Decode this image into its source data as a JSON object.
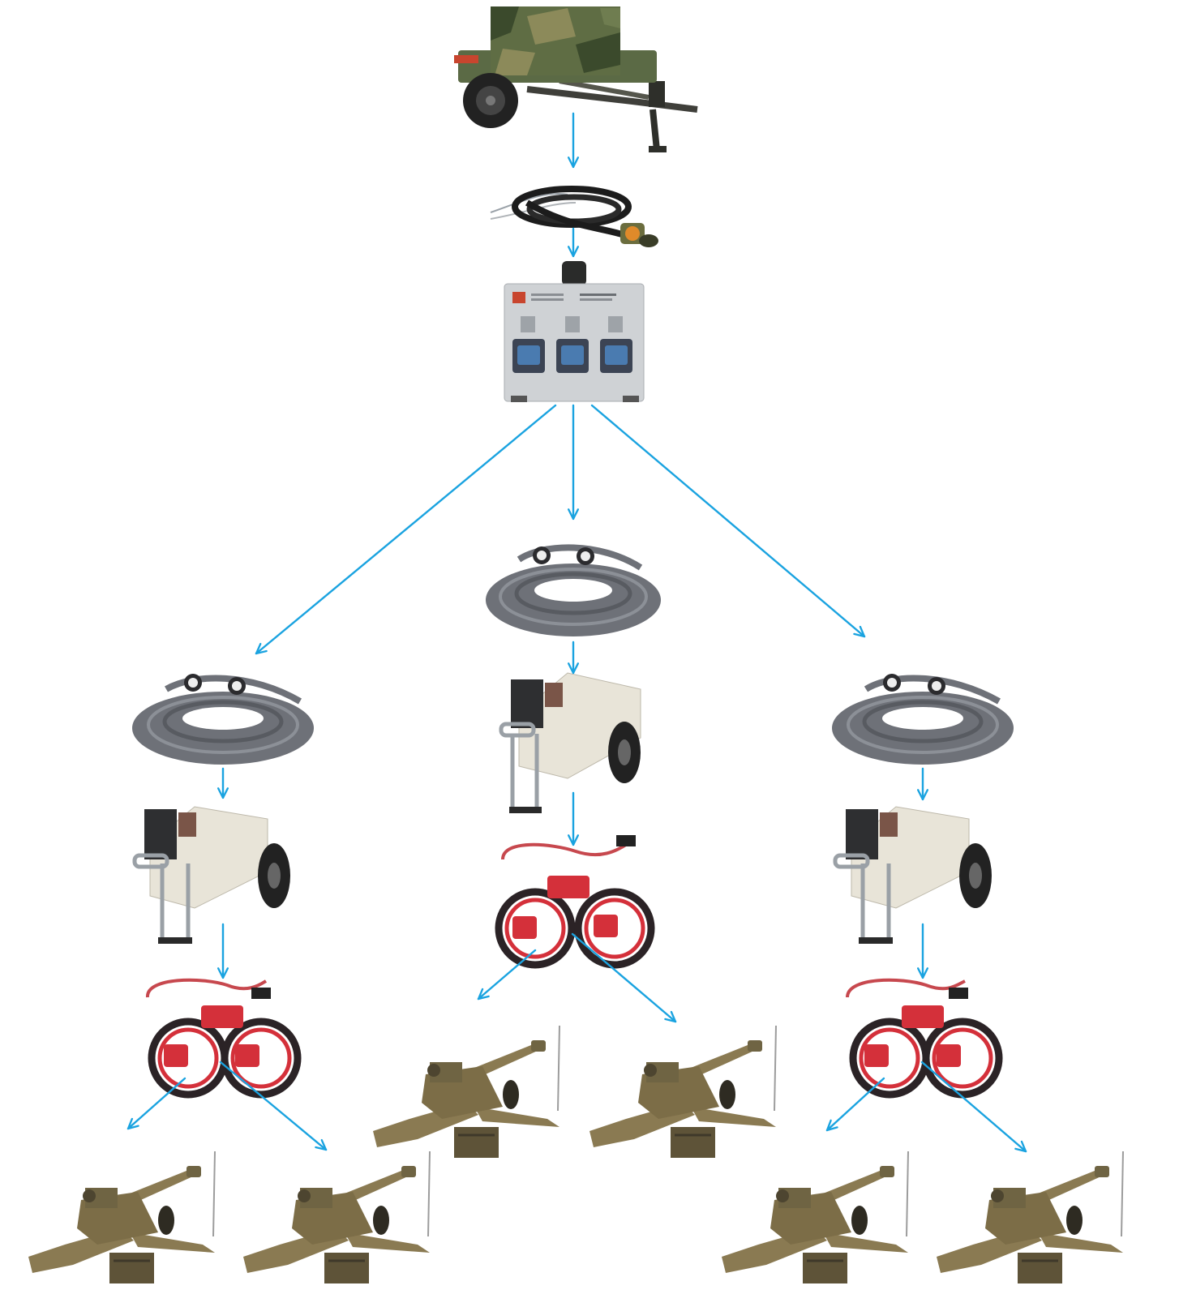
{
  "colors": {
    "arrow": "#1aa3e0",
    "camo_dark": "#3b4a2c",
    "camo_mid": "#6b7a4a",
    "camo_light": "#8c8a5a",
    "cable_gray": "#6e7178",
    "cable_dark": "#2b2b2e",
    "steel": "#c9ccd0",
    "cart_body": "#e8e4d8",
    "harness_red": "#d4303a",
    "howitzer": "#8a7a52"
  },
  "nodes": [
    {
      "id": "generator-trailer",
      "kind": "generator-trailer-photo"
    },
    {
      "id": "input-cable",
      "kind": "power-cable-photo"
    },
    {
      "id": "distribution-box",
      "kind": "distribution-box-photo",
      "outlets": 3
    },
    {
      "id": "extension-cable-left",
      "kind": "cable-reel-photo"
    },
    {
      "id": "extension-cable-center",
      "kind": "cable-reel-photo"
    },
    {
      "id": "extension-cable-right",
      "kind": "cable-reel-photo"
    },
    {
      "id": "power-cart-left",
      "kind": "wheeled-power-unit-photo"
    },
    {
      "id": "power-cart-center",
      "kind": "wheeled-power-unit-photo"
    },
    {
      "id": "power-cart-right",
      "kind": "wheeled-power-unit-photo"
    },
    {
      "id": "harness-left",
      "kind": "red-cable-harness-photo"
    },
    {
      "id": "harness-center",
      "kind": "red-cable-harness-photo"
    },
    {
      "id": "harness-right",
      "kind": "red-cable-harness-photo"
    },
    {
      "id": "howitzer-1",
      "kind": "towed-howitzer-photo"
    },
    {
      "id": "howitzer-2",
      "kind": "towed-howitzer-photo"
    },
    {
      "id": "howitzer-3",
      "kind": "towed-howitzer-photo"
    },
    {
      "id": "howitzer-4",
      "kind": "towed-howitzer-photo"
    },
    {
      "id": "howitzer-5",
      "kind": "towed-howitzer-photo"
    },
    {
      "id": "howitzer-6",
      "kind": "towed-howitzer-photo"
    }
  ],
  "edges": [
    {
      "from": "generator-trailer",
      "to": "input-cable"
    },
    {
      "from": "input-cable",
      "to": "distribution-box"
    },
    {
      "from": "distribution-box",
      "to": "extension-cable-left"
    },
    {
      "from": "distribution-box",
      "to": "extension-cable-center"
    },
    {
      "from": "distribution-box",
      "to": "extension-cable-right"
    },
    {
      "from": "extension-cable-left",
      "to": "power-cart-left"
    },
    {
      "from": "extension-cable-center",
      "to": "power-cart-center"
    },
    {
      "from": "extension-cable-right",
      "to": "power-cart-right"
    },
    {
      "from": "power-cart-left",
      "to": "harness-left"
    },
    {
      "from": "power-cart-center",
      "to": "harness-center"
    },
    {
      "from": "power-cart-right",
      "to": "harness-right"
    },
    {
      "from": "harness-left",
      "to": "howitzer-1"
    },
    {
      "from": "harness-left",
      "to": "howitzer-2"
    },
    {
      "from": "harness-center",
      "to": "howitzer-3"
    },
    {
      "from": "harness-center",
      "to": "howitzer-4"
    },
    {
      "from": "harness-right",
      "to": "howitzer-5"
    },
    {
      "from": "harness-right",
      "to": "howitzer-6"
    }
  ]
}
